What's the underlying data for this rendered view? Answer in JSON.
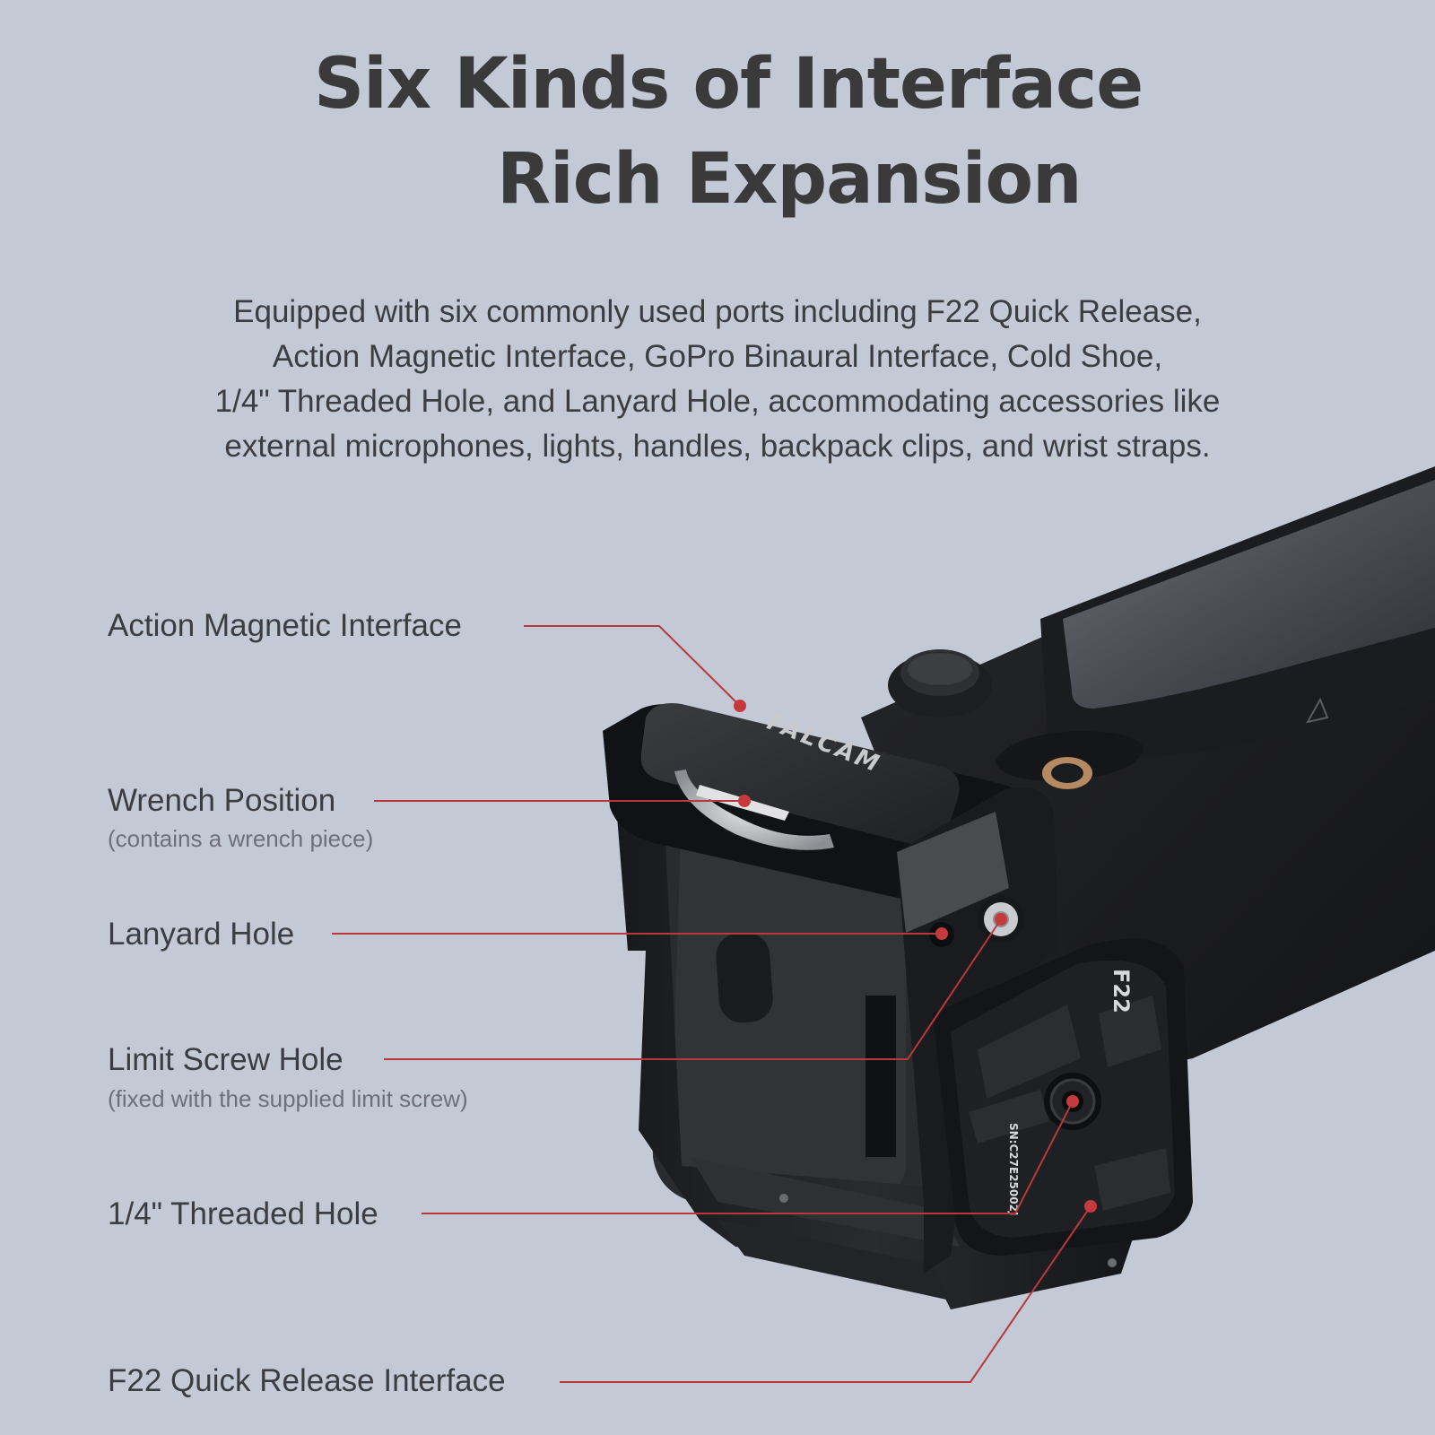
{
  "title": {
    "line1": "Six Kinds of Interface",
    "line2": "Rich Expansion"
  },
  "description": {
    "lines": [
      "Equipped with six commonly used ports including F22 Quick Release,",
      "Action Magnetic Interface, GoPro Binaural Interface, Cold Shoe,",
      "1/4\" Threaded Hole, and Lanyard Hole, accommodating accessories like",
      "external microphones, lights, handles, backpack clips, and wrist straps."
    ]
  },
  "callouts": [
    {
      "label": "Action Magnetic Interface"
    },
    {
      "label": "Wrench Position",
      "note": "(contains a wrench piece)"
    },
    {
      "label": "Lanyard Hole"
    },
    {
      "label": "Limit Screw Hole",
      "note": "(fixed with the supplied limit screw)"
    },
    {
      "label": "1/4\" Threaded Hole"
    },
    {
      "label": "F22 Quick Release Interface"
    }
  ],
  "product": {
    "brand_mark": "FALCAM",
    "plate_mark": "F22",
    "serial_mark": "SN:C27E25002J"
  },
  "colors": {
    "background": "#c4c9d6",
    "text": "#3a3b3e",
    "leader_line": "#b8393b",
    "device": "#1c1d20"
  }
}
